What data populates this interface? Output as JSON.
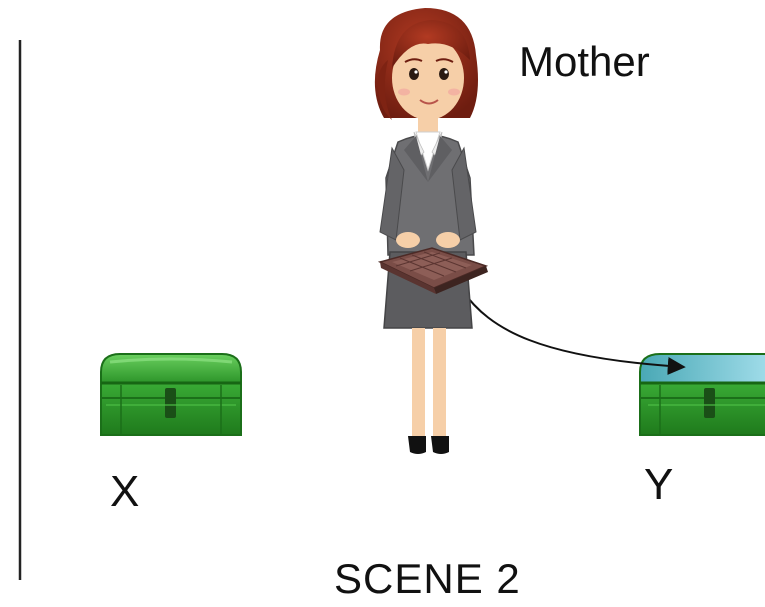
{
  "scene": {
    "character_label": "Mother",
    "box_left_label": "X",
    "box_right_label": "Y",
    "caption": "SCENE 2"
  },
  "colors": {
    "box_green": "#2f9e2c",
    "box_dark": "#1b6f19",
    "box_highlight": "#58c74e",
    "box_lid_blue": "#6fc3d6",
    "suit_gray": "#6f6f72",
    "skirt_gray": "#5c5c5f",
    "hair": "#8a2617",
    "skin": "#f6cfa8",
    "book_brown": "#7a4d47",
    "divider": "#222222",
    "arrow": "#111111"
  },
  "icons": [
    "woman-character-icon",
    "treasure-chest-icon",
    "treasure-chest-icon",
    "chocolate-bar-icon",
    "arrow-icon"
  ]
}
